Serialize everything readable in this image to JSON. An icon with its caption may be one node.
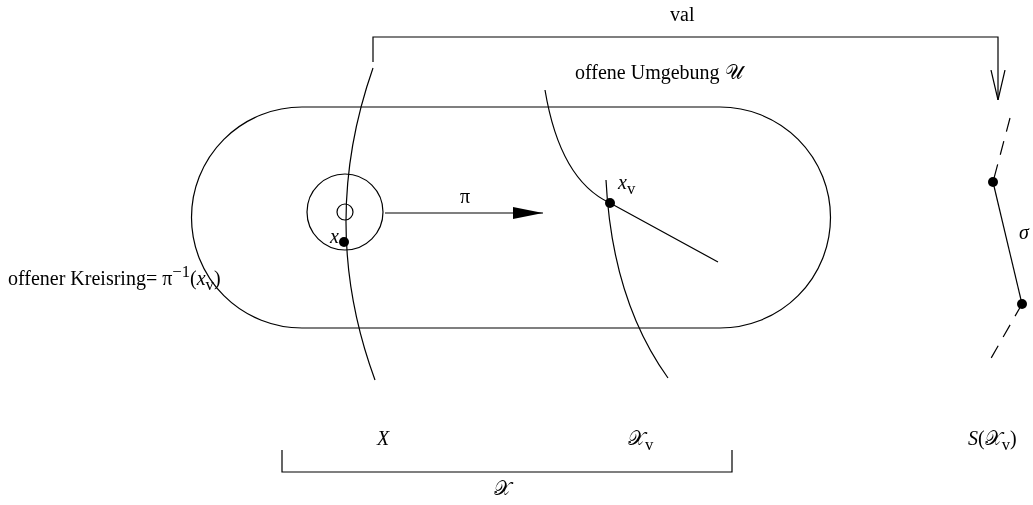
{
  "diagram": {
    "nodes": [
      {
        "text": [
          "offene Umgebung 𝒰"
        ]
      },
      {
        "text": [
          "*X*"
        ]
      },
      {
        "text": [
          "offener Kreisring= π$^{−1}$(*x*$_{v}$)"
        ],
        "in": 0
      },
      {
        "text": [
          "𝒳$_{v}$"
        ]
      },
      {
        "text": [
          "*S*(𝒳$_{v}$)"
        ]
      }
    ],
    "edges": [
      {
        "from": 1,
        "to": 4,
        "arrow": "to",
        "label": "val"
      },
      {
        "from": 2,
        "to": 3,
        "arrow": "to",
        "label": "π"
      }
    ],
    "labels": [
      "*x*",
      "*x*$_{v}$",
      "*σ*",
      "𝒳"
    ]
  }
}
